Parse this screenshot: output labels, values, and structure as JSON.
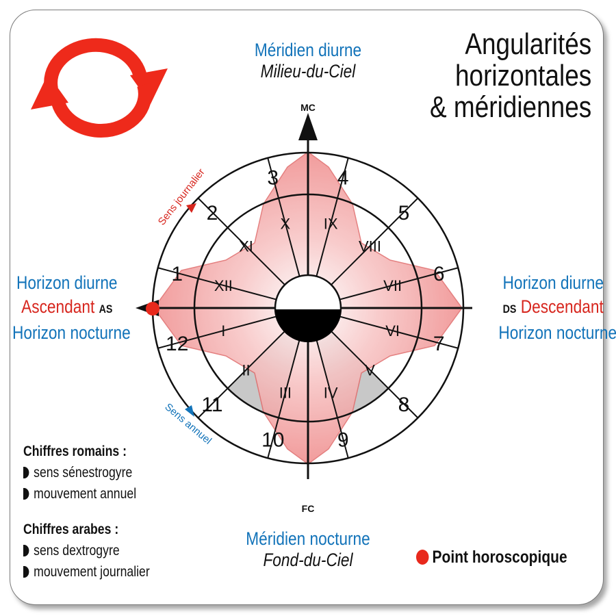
{
  "title": [
    "Angularités",
    "horizontales",
    "& méridiennes"
  ],
  "meridien_diurne": {
    "label": "Méridien diurne",
    "sub": "Milieu-du-Ciel"
  },
  "meridien_nocturne": {
    "label": "Méridien nocturne",
    "sub": "Fond-du-Ciel"
  },
  "left": {
    "top": "Horizon diurne",
    "mid": "Ascendant",
    "abbr": "AS",
    "bottom": "Horizon nocturne"
  },
  "right": {
    "top": "Horizon diurne",
    "mid": "Descendant",
    "abbr": "DS",
    "bottom": "Horizon nocturne"
  },
  "axes": {
    "top": "MC",
    "bottom": "FC"
  },
  "arrows": {
    "daily": "Sens journalier",
    "annual": "Sens annuel"
  },
  "roman": [
    "I",
    "II",
    "III",
    "IV",
    "V",
    "VI",
    "VII",
    "VIII",
    "IX",
    "X",
    "XI",
    "XII"
  ],
  "arabic": [
    "1",
    "2",
    "3",
    "4",
    "5",
    "6",
    "7",
    "8",
    "9",
    "10",
    "11",
    "12"
  ],
  "legend": {
    "roman_title": "Chiffres romains :",
    "roman_items": [
      "sens sénestrogyre",
      "mouvement annuel"
    ],
    "arabic_title": "Chiffres arabes :",
    "arabic_items": [
      "sens dextrogyre",
      "mouvement journalier"
    ],
    "point": "Point horoscopique"
  },
  "colors": {
    "red": "#d7261e",
    "blue": "#1273b9",
    "refresh_icon": "#ee2a1b",
    "petal": "#f08080",
    "shade": "#c8c8c8"
  },
  "icons": {
    "refresh": "refresh-icon"
  }
}
